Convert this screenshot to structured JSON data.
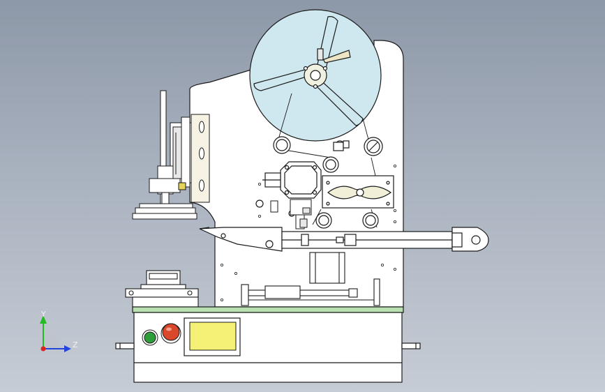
{
  "viewport": {
    "background_top": "#8d98a8",
    "background_bottom": "#c6ccd5"
  },
  "drawing": {
    "subject": "labeling-machine-front-view",
    "colors": {
      "reel": "#cfe8ef",
      "plate": "#ffffff",
      "screen": "#f4f176",
      "green_button": "#2e9e3a",
      "red_button": "#d9482b",
      "line": "#1a1a1a",
      "base_trim": "#b9e0b0"
    }
  },
  "triad": {
    "y_label": "Y",
    "z_label": "Z",
    "y_color": "#22bb22",
    "z_color": "#2244dd",
    "x_color": "#dd2222"
  },
  "control_panel": {
    "start_button_color": "#2e9e3a",
    "stop_button_color": "#d9482b",
    "display_color": "#f4f176"
  }
}
